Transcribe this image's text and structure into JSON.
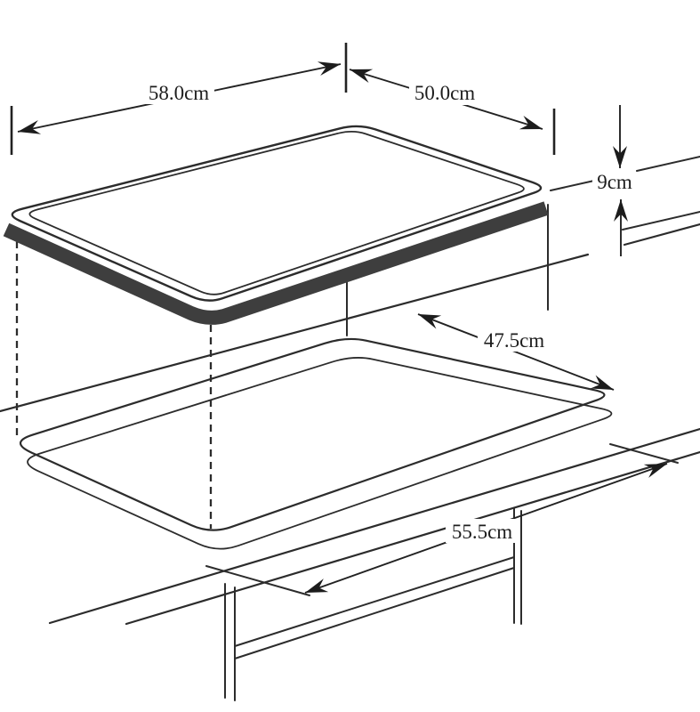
{
  "diagram": {
    "labels": {
      "hob_width": "58.0cm",
      "hob_depth": "50.0cm",
      "hob_height": "9cm",
      "cutout_depth": "47.5cm",
      "cutout_width": "55.5cm"
    },
    "colors": {
      "line": "#2c2c2c",
      "band": "#3e3e3e",
      "background": "#ffffff"
    }
  }
}
